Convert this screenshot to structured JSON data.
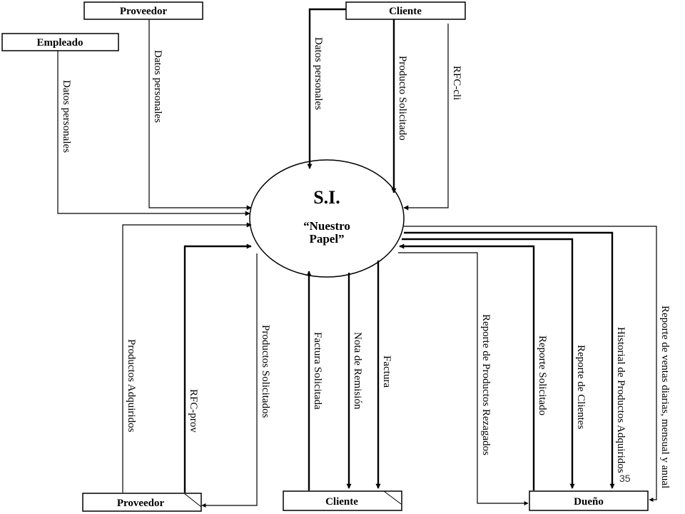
{
  "process": {
    "title": "S.I.",
    "subtitle_line1": "“Nuestro",
    "subtitle_line2": "Papel”"
  },
  "entities": {
    "proveedor_top": "Proveedor",
    "empleado": "Empleado",
    "cliente_top": "Cliente",
    "proveedor_bottom": "Proveedor",
    "cliente_bottom": "Cliente",
    "dueno": "Dueño"
  },
  "flows": {
    "empleado_datos": "Datos personales",
    "proveedor_datos": "Datos personales",
    "cliente_datos": "Datos personales",
    "cliente_producto": "Producto Solicitado",
    "cliente_rfc": "RFC-cli",
    "prov_productos_adquiridos": "Productos Adquiridos",
    "prov_rfc": "RFC-prov",
    "prov_productos_solicitados": "Productos Solicitados",
    "cli_factura_solicitada": "Factura Solicitada",
    "cli_nota_remision": "Nota de Remisión",
    "cli_factura": "Factura",
    "dueno_rezagados": "Reporte de Productos Rezagados",
    "dueno_reporte_solicitado": "Reporte Solicitado",
    "dueno_reporte_clientes": "Reporte de Clientes",
    "dueno_historial": "Historial de Productos Adquiridos",
    "dueno_ventas": "Reporte de ventas diarias, mensual y anual"
  },
  "page_number": "35"
}
